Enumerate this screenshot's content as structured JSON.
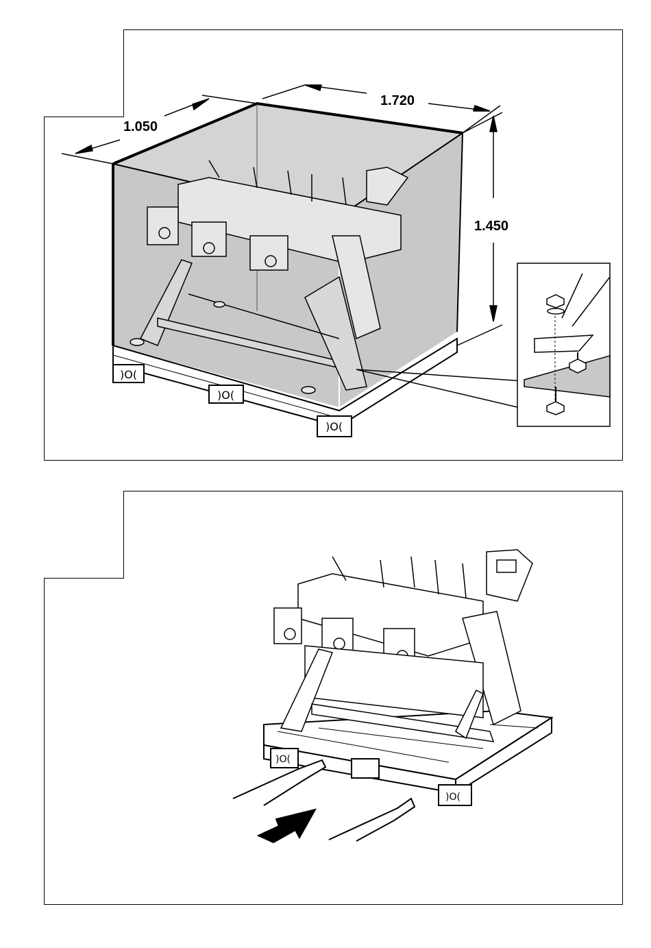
{
  "figure1": {
    "dimensions": {
      "depth": "1.050",
      "width": "1.720",
      "height": "1.450"
    }
  },
  "figure2": {}
}
